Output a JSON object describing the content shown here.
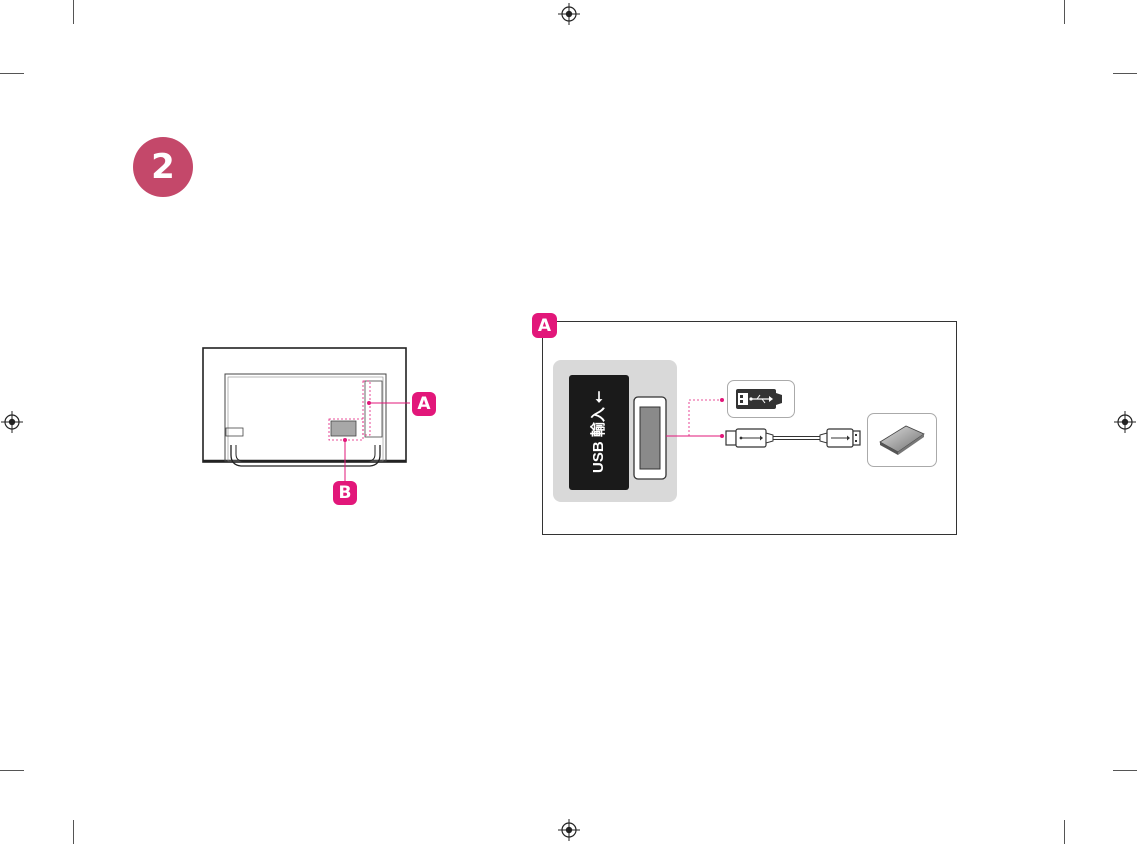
{
  "step": {
    "number": "2"
  },
  "callouts": {
    "a": "A",
    "b": "B"
  },
  "panel": {
    "badge": "A",
    "port_label": "USB 輸入 ⭠"
  },
  "colors": {
    "step_circle": "#c4486a",
    "accent_magenta": "#e2177a",
    "port_panel_bg": "#d9d9d9"
  },
  "icons": [
    "registration-mark-icon",
    "usb-symbol-icon",
    "usb-flash-drive-icon",
    "usb-cable-icon",
    "external-hard-drive-icon"
  ]
}
